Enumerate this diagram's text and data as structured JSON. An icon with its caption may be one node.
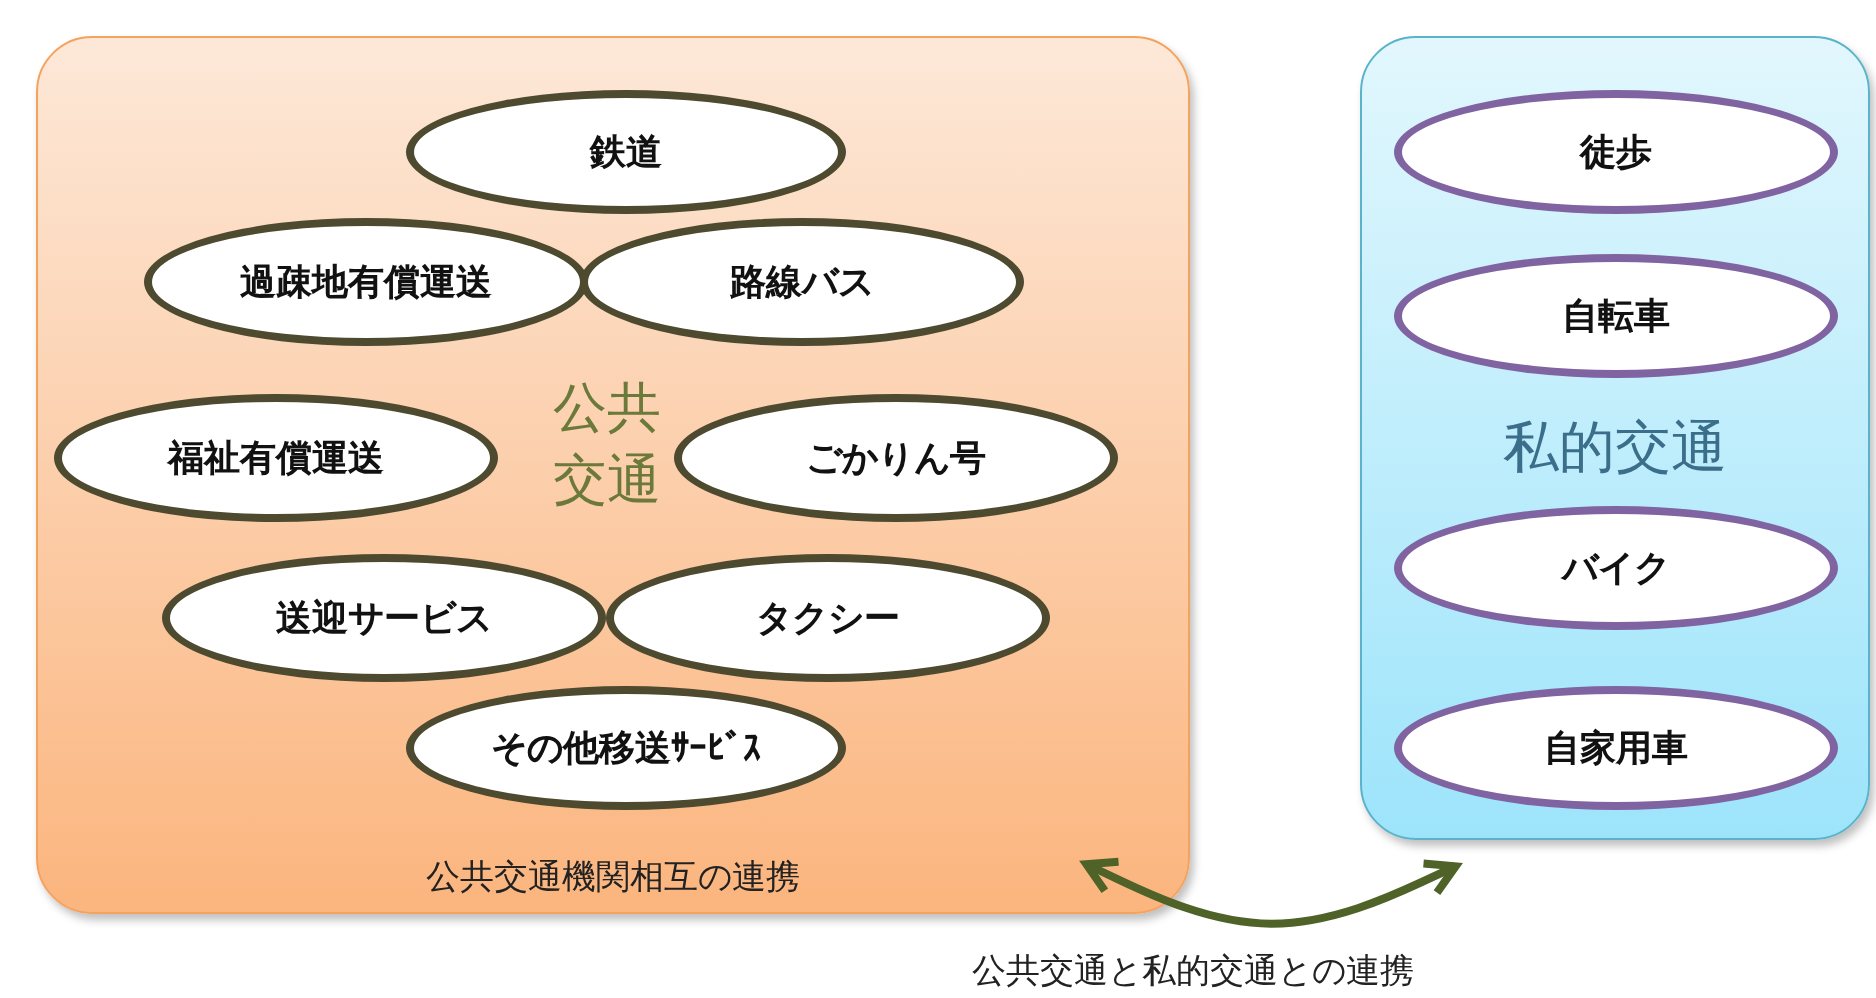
{
  "diagram": {
    "nodes": [
      {
        "text": [
          "公共交通",
          "公共交通機関相互の連携"
        ]
      },
      {
        "text": [
          "鉄道"
        ],
        "in": 0
      },
      {
        "text": [
          "過疎地有償運送"
        ],
        "in": 0
      },
      {
        "text": [
          "路線バス"
        ],
        "in": 0
      },
      {
        "text": [
          "福祉有償運送"
        ],
        "in": 0
      },
      {
        "text": [
          "ごかりん号"
        ],
        "in": 0
      },
      {
        "text": [
          "送迎サービス"
        ],
        "in": 0
      },
      {
        "text": [
          "タクシー"
        ],
        "in": 0
      },
      {
        "text": [
          "その他移送ｻｰﾋﾞｽ"
        ],
        "in": 0
      },
      {
        "text": [
          "私的交通"
        ]
      },
      {
        "text": [
          "徒歩"
        ],
        "in": 9
      },
      {
        "text": [
          "自転車"
        ],
        "in": 9
      },
      {
        "text": [
          "バイク"
        ],
        "in": 9
      },
      {
        "text": [
          "自家用車"
        ],
        "in": 9
      }
    ],
    "edges": [
      {
        "from": 0,
        "to": 9,
        "arrow": "both",
        "label": "公共交通と私的交通との連携"
      }
    ]
  }
}
